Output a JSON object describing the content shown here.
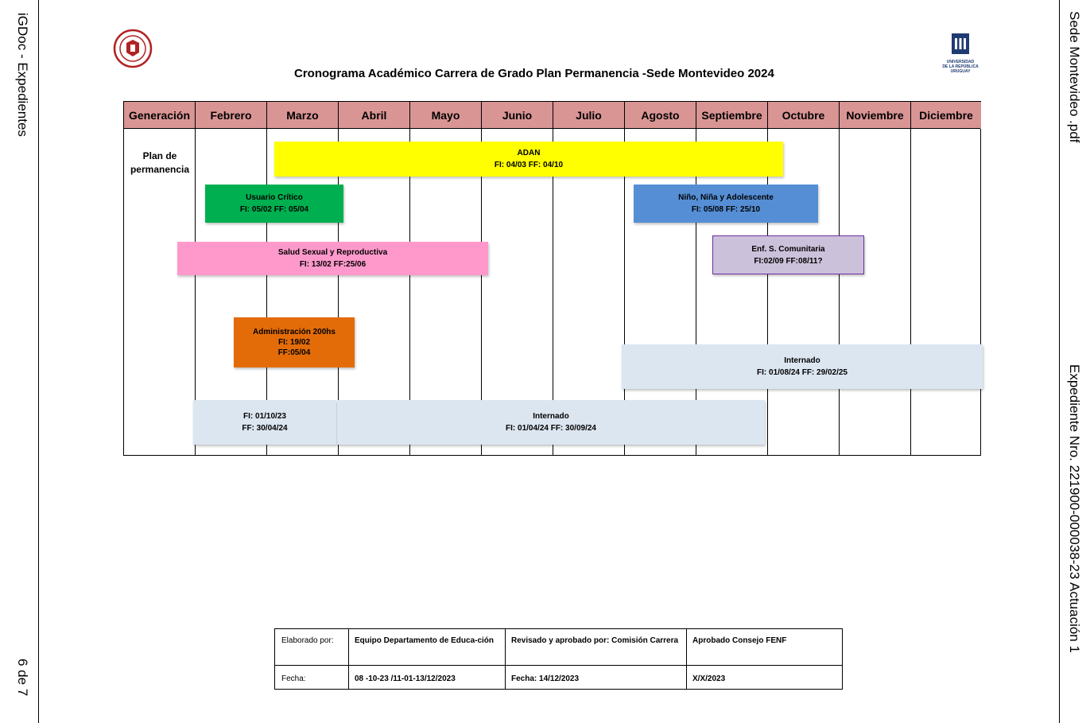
{
  "sidebar_left": {
    "system": "iGDoc - Expedientes",
    "page": "6 de 7"
  },
  "sidebar_right": {
    "file": "Sede Montevideo .pdf",
    "expediente": "Expediente Nro. 221900-000038-23 Actuación 1"
  },
  "logos": {
    "left": "faculty-seal-icon",
    "right_text": [
      "UNIVERSIDAD",
      "DE LA REPÚBLICA",
      "URUGUAY"
    ]
  },
  "title": "Cronograma Académico Carrera de Grado Plan Permanencia -Sede Montevideo 2024",
  "table": {
    "headers": [
      "Generación",
      "Febrero",
      "Marzo",
      "Abril",
      "Mayo",
      "Junio",
      "Julio",
      "Agosto",
      "Septiembre",
      "Octubre",
      "Noviembre",
      "Diciembre"
    ],
    "header_color": "#d99594",
    "generation_label_1": "Plan de",
    "generation_label_2": "permanencia"
  },
  "bars": [
    {
      "id": "adan",
      "line1": "ADAN",
      "line2": "FI: 04/03 FF: 04/10",
      "line3": "",
      "color": "#ffff00"
    },
    {
      "id": "usuario",
      "line1": "Usuario Crítico",
      "line2": "FI: 05/02 FF: 05/04",
      "line3": "",
      "color": "#00b050"
    },
    {
      "id": "nino",
      "line1": "Niño, Niña y Adolescente",
      "line2": "FI: 05/08 FF: 25/10",
      "line3": "",
      "color": "#558ed5"
    },
    {
      "id": "salud",
      "line1": "Salud Sexual y Reproductiva",
      "line2": "FI: 13/02  FF:25/06",
      "line3": "",
      "color": "#ff99cc"
    },
    {
      "id": "enf",
      "line1": "Enf. S. Comunitaria",
      "line2": "FI:02/09    FF:08/11?",
      "line3": "",
      "color": "#ccc1da"
    },
    {
      "id": "admin",
      "line1": "Administración 200hs",
      "line2": "FI: 19/02",
      "line3": "FF:05/04",
      "color": "#e36c09"
    },
    {
      "id": "internado2",
      "line1": "Internado",
      "line2": "FI: 01/08/24  FF: 29/02/25",
      "line3": "",
      "color": "#dce6f1"
    },
    {
      "id": "prev",
      "line1": "FI: 01/10/23",
      "line2": "FF: 30/04/24",
      "line3": "",
      "color": "#dce6f1"
    },
    {
      "id": "internado1",
      "line1": "Internado",
      "line2": "FI: 01/04/24  FF: 30/09/24",
      "line3": "",
      "color": "#dce6f1"
    }
  ],
  "footer": {
    "elaborado_label": "Elaborado por:",
    "elaborado_value": "Equipo Departamento de Educa-ción",
    "revisado": "Revisado y aprobado por: Comisión Carrera",
    "aprobado": "Aprobado Consejo FENF",
    "fecha_label": "Fecha:",
    "fecha_value": "08 -10-23 /11-01-13/12/2023",
    "fecha_revisado": "Fecha: 14/12/2023",
    "fecha_aprobado": "X/X/2023"
  }
}
